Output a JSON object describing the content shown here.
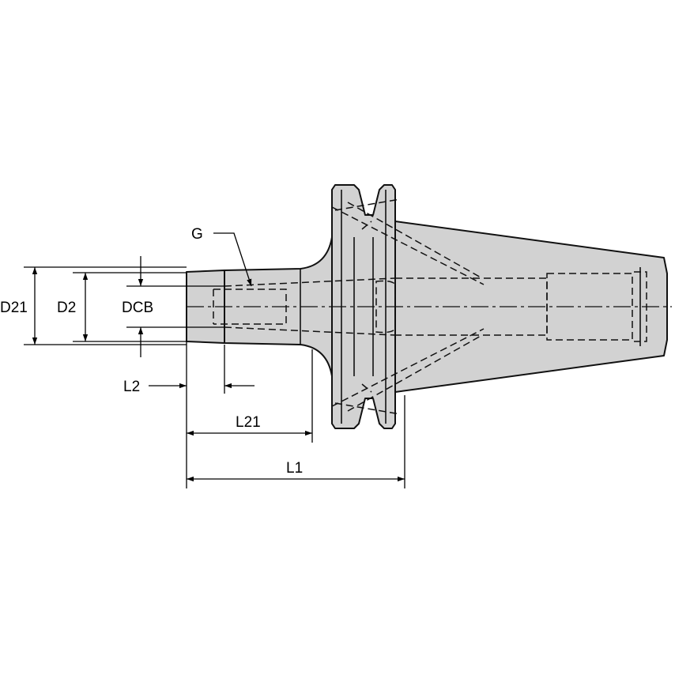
{
  "labels": {
    "d21": "D21",
    "d2": "D2",
    "dcb": "DCB",
    "g": "G",
    "l2": "L2",
    "l21": "L21",
    "l1": "L1"
  },
  "colors": {
    "body_fill": "#d2d2d2",
    "outline": "#111111",
    "background": "#ffffff"
  }
}
